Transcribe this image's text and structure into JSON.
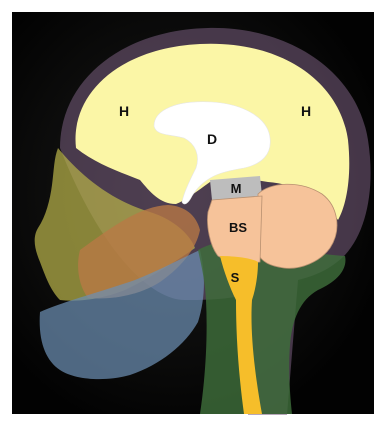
{
  "figure": {
    "type": "anatomical-diagram",
    "labels": {
      "hemisphere_left": "H",
      "hemisphere_right": "H",
      "diencephalon": "D",
      "midbrain": "M",
      "brainstem": "BS",
      "spinal_cord": "S"
    },
    "colors": {
      "background": "#000000",
      "cerebrum": "#FBF6A6",
      "diencephalon": "#FFFFFF",
      "midbrain": "#BDBDBD",
      "brainstem": "#F6C39A",
      "cerebellum": "#F6C39A",
      "spinal_cord": "#F6BE2A",
      "skull_overlay": "#7A5F80",
      "face_yellow": "#B7B24A",
      "face_orange": "#B87845",
      "jaw_blue": "#6C8FB3",
      "neck_green": "#3E6E3A"
    }
  }
}
